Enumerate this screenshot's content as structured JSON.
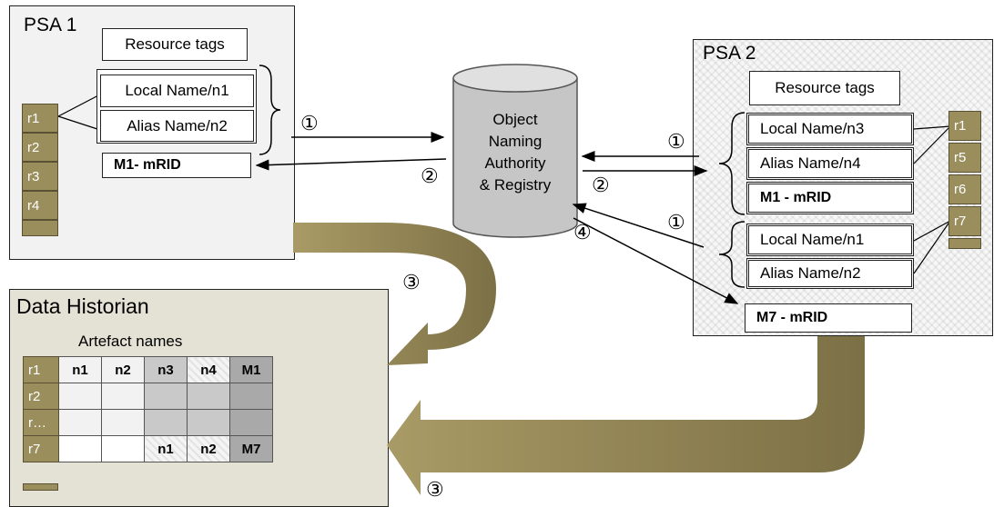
{
  "psa1": {
    "title": "PSA 1",
    "resource_tags": "Resource tags",
    "local_name": "Local Name/n1",
    "alias_name": "Alias Name/n2",
    "mrid": "M1- mRID",
    "resources": [
      "r1",
      "r2",
      "r3",
      "r4"
    ]
  },
  "registry": {
    "line1": "Object",
    "line2": "Naming",
    "line3": "Authority",
    "line4": "& Registry"
  },
  "psa2": {
    "title": "PSA 2",
    "resource_tags": "Resource tags",
    "group1": {
      "local_name": "Local Name/n3",
      "alias_name": "Alias Name/n4",
      "mrid": "M1 - mRID"
    },
    "group2": {
      "local_name": "Local Name/n1",
      "alias_name": "Alias Name/n2"
    },
    "mrid7": "M7 - mRID",
    "resources": [
      "r1",
      "r5",
      "r6",
      "r7"
    ]
  },
  "historian": {
    "title": "Data Historian",
    "subtitle": "Artefact names",
    "rows": [
      {
        "label": "r1",
        "cells": [
          "n1",
          "n2",
          "n3",
          "n4",
          "M1"
        ]
      },
      {
        "label": "r2",
        "cells": [
          "",
          "",
          "",
          "",
          ""
        ]
      },
      {
        "label": "r…",
        "cells": [
          "",
          "",
          "",
          "",
          ""
        ]
      },
      {
        "label": "r7",
        "cells": [
          "",
          "",
          "n1",
          "n2",
          "M7"
        ]
      }
    ]
  },
  "steps": {
    "s1": "①",
    "s2": "②",
    "s3": "③",
    "s4": "④"
  },
  "colors": {
    "arrow_band": "#9b8e5d",
    "tag_fill": "#9b8e5d",
    "historian_bg": "#e4e2d4"
  }
}
